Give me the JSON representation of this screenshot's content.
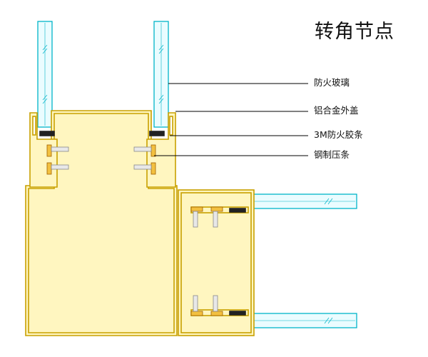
{
  "title": "转角节点",
  "labels": {
    "fire_glass": "防火玻璃",
    "aluminum_cover": "铝合金外盖",
    "fire_tape": "3M防火胶条",
    "steel_strip": "钢制压条"
  },
  "colors": {
    "frame": "#c8a000",
    "frame_fill": "#fff6c0",
    "glass": "#00b4c8",
    "glass_fill": "#eafcff",
    "screw": "#e0a000",
    "leader": "#000000",
    "seal": "#222222"
  }
}
